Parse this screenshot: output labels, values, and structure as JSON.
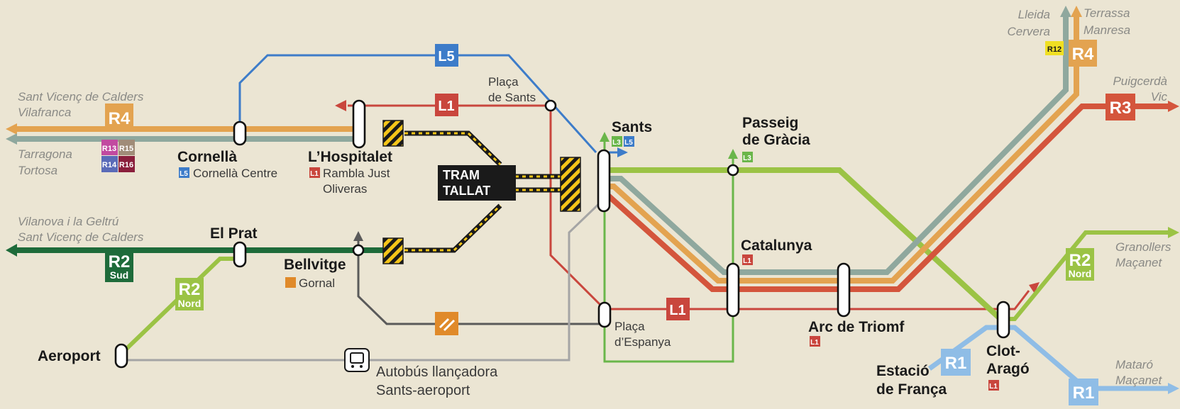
{
  "colors": {
    "background": "#ebe5d3",
    "r4": "#e3a350",
    "r3": "#d4553c",
    "r2_nord": "#9bc345",
    "r2_sud": "#1e6b3a",
    "r1": "#8fbde6",
    "r_grey": "#8fa89e",
    "l1": "#c9463d",
    "l3": "#6ab64a",
    "l5": "#3d7cc9",
    "r12": "#f0df22",
    "r13": "#c24aa0",
    "r14": "#5a6bb8",
    "r15": "#a08c78",
    "r16": "#8a1f3c",
    "fgc": "#e08a2a",
    "bus_line": "#a5a5a5",
    "tram_cut": "#1a1a1a",
    "hazard": "#f5c518"
  },
  "lines": {
    "r4": "R4",
    "r3": "R3",
    "r2": "R2",
    "r2_nord_sub": "Nord",
    "r2_sud_sub": "Sud",
    "r1": "R1",
    "l1": "L1",
    "l3": "L3",
    "l5": "L5",
    "r12": "R12",
    "r13": "R13",
    "r14": "R14",
    "r15": "R15",
    "r16": "R16"
  },
  "destinations": {
    "west_top_1": "Sant Vicenç de Calders",
    "west_top_2": "Vilafranca",
    "west_mid_1": "Tarragona",
    "west_mid_2": "Tortosa",
    "west_low_1": "Vilanova i la Geltrú",
    "west_low_2": "Sant Vicenç de Calders",
    "north_1a": "Lleida",
    "north_1b": "Cervera",
    "north_2a": "Terrassa",
    "north_2b": "Manresa",
    "east_1a": "Puigcerdà",
    "east_1b": "Vic",
    "east_2a": "Granollers",
    "east_2b": "Maçanet",
    "east_3a": "Mataró",
    "east_3b": "Maçanet"
  },
  "stations": {
    "cornella": "Cornellà",
    "cornella_centre": "Cornellà Centre",
    "hospitalet": "L’Hospitalet",
    "rambla_1": "Rambla Just",
    "rambla_2": "Oliveras",
    "placa_sants_1": "Plaça",
    "placa_sants_2": "de Sants",
    "sants": "Sants",
    "passeig_1": "Passeig",
    "passeig_2": "de Gràcia",
    "el_prat": "El Prat",
    "bellvitge": "Bellvitge",
    "gornal": "Gornal",
    "catalunya": "Catalunya",
    "arc": "Arc de Triomf",
    "placa_espanya_1": "Plaça",
    "placa_espanya_2": "d’Espanya",
    "aeroport": "Aeroport",
    "estacio_1": "Estació",
    "estacio_2": "de França",
    "clot_1": "Clot-",
    "clot_2": "Aragó"
  },
  "notices": {
    "tram_1": "TRAM",
    "tram_2": "TALLAT",
    "bus_1": "Autobús llançadora",
    "bus_2": "Sants-aeroport"
  }
}
